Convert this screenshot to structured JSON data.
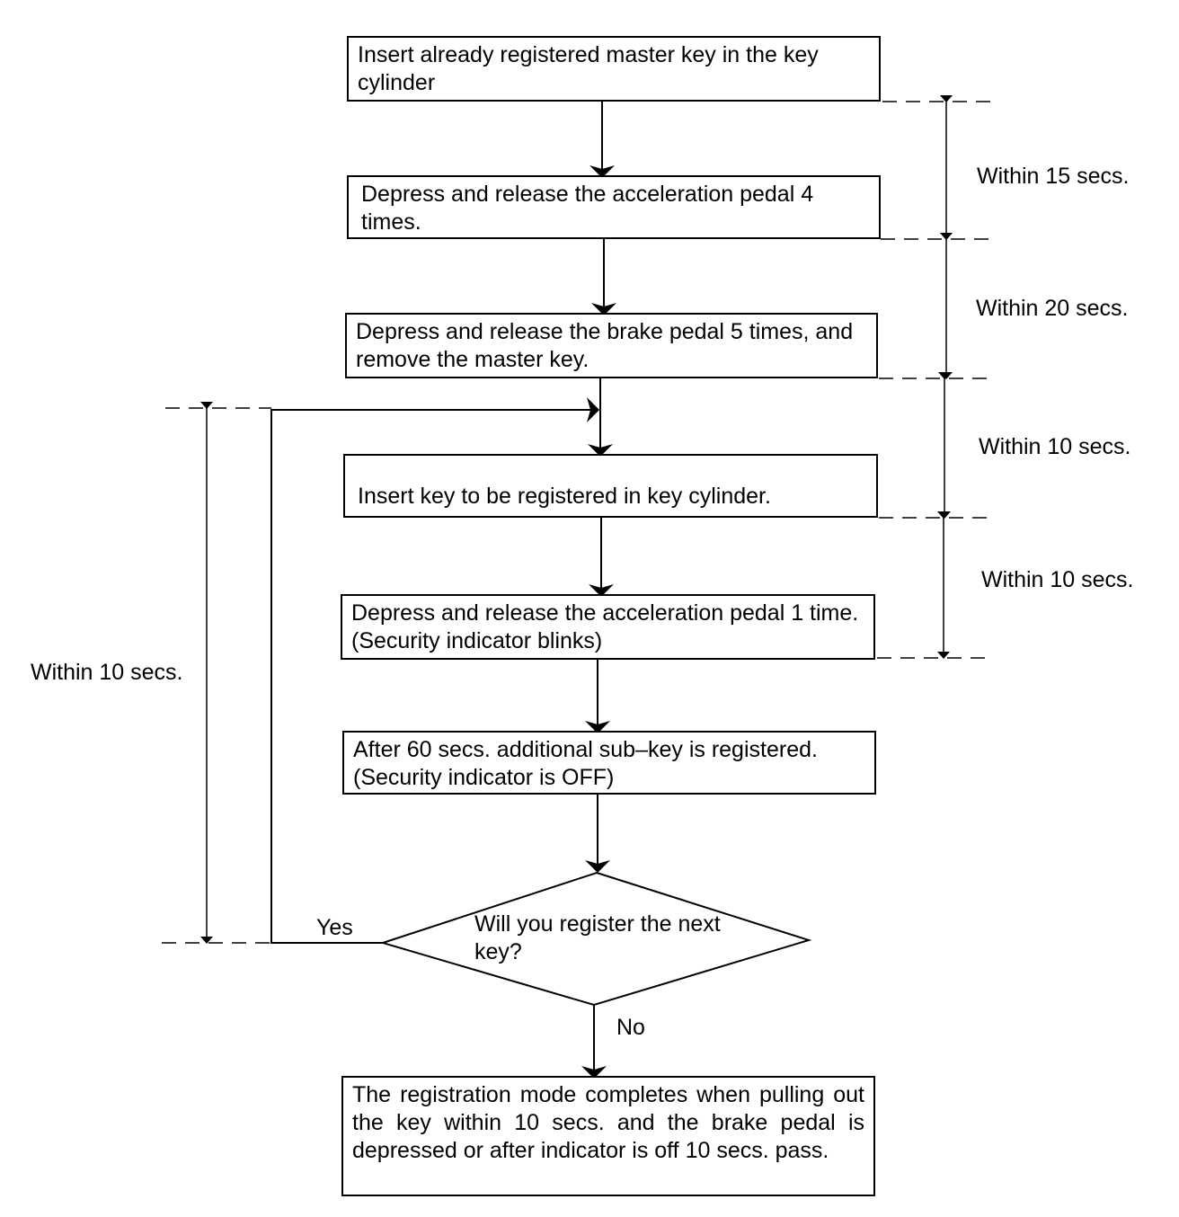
{
  "steps": [
    {
      "text": "Insert already registered master key in the key cylinder"
    },
    {
      "text": "Depress and release the acceleration pedal 4 times."
    },
    {
      "text": "Depress and release the brake pedal 5 times, and remove the master key."
    },
    {
      "text": "Insert key to be registered in key cylinder."
    },
    {
      "text": "Depress and release the acceleration pedal 1 time. (Security indicator blinks)"
    },
    {
      "text": "After 60 secs. additional sub–key is registered. (Security indicator is OFF)"
    },
    {
      "text": "The registration mode completes when pulling out the key within 10 secs. and the brake pedal is depressed or after indicator is off 10 secs. pass."
    }
  ],
  "decision": {
    "text": "Will you register the next key?",
    "yes_label": "Yes",
    "no_label": "No"
  },
  "timings": {
    "right": [
      "Within 15 secs.",
      "Within 20 secs.",
      "Within 10 secs.",
      "Within 10 secs."
    ],
    "left": "Within 10 secs."
  }
}
